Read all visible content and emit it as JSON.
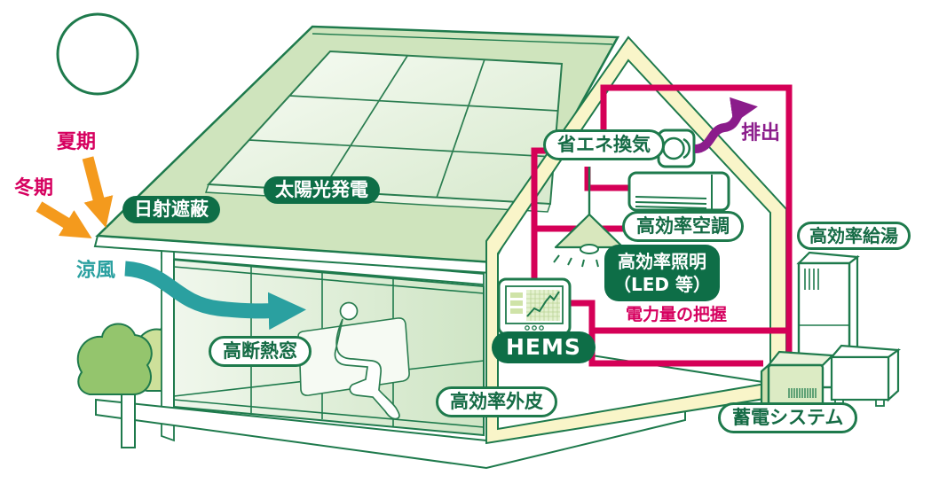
{
  "labels": {
    "summer": "夏期",
    "winter": "冬期",
    "solar_shading": "日射遮蔽",
    "solar_pv": "太陽光発電",
    "cool_breeze": "涼風",
    "insulated_window": "高断熱窓",
    "energy_saving_ventilation": "省エネ換気",
    "exhaust": "排出",
    "efficient_ac": "高効率空調",
    "efficient_lighting_line1": "高効率照明",
    "efficient_lighting_line2": "（LED 等）",
    "power_monitoring": "電力量の把握",
    "hems": "HEMS",
    "efficient_envelope": "高効率外皮",
    "efficient_water_heater": "高効率給湯",
    "storage_battery": "蓄電システム"
  },
  "colors": {
    "outline_green": "#1e7a4c",
    "badge_green": "#0e6e47",
    "pill_text_green": "#156b45",
    "power_line_crimson": "#d50057",
    "season_text_crimson": "#d6005f",
    "exhaust_purple": "#8b1c8b",
    "sun_arrow_orange": "#f49a1d",
    "breeze_teal": "#2aa0a0",
    "roof_green": "#cfe4bd",
    "frame_cream": "#f9f5c9"
  },
  "icons": {
    "sun": "sun-circle-outline",
    "solar_panel": "3x3-panel-grid",
    "ventilation_fan": "fan-in-square",
    "air_conditioner": "wall-ac-unit",
    "ceiling_lamp": "pendant-lamp",
    "hems_monitor": "monitor-with-chart",
    "water_heater": "tall-tank-unit",
    "outdoor_unit": "outdoor-box-unit",
    "storage_battery": "battery-box-unit",
    "trees": "two-trees",
    "person": "seated-person-outline"
  }
}
